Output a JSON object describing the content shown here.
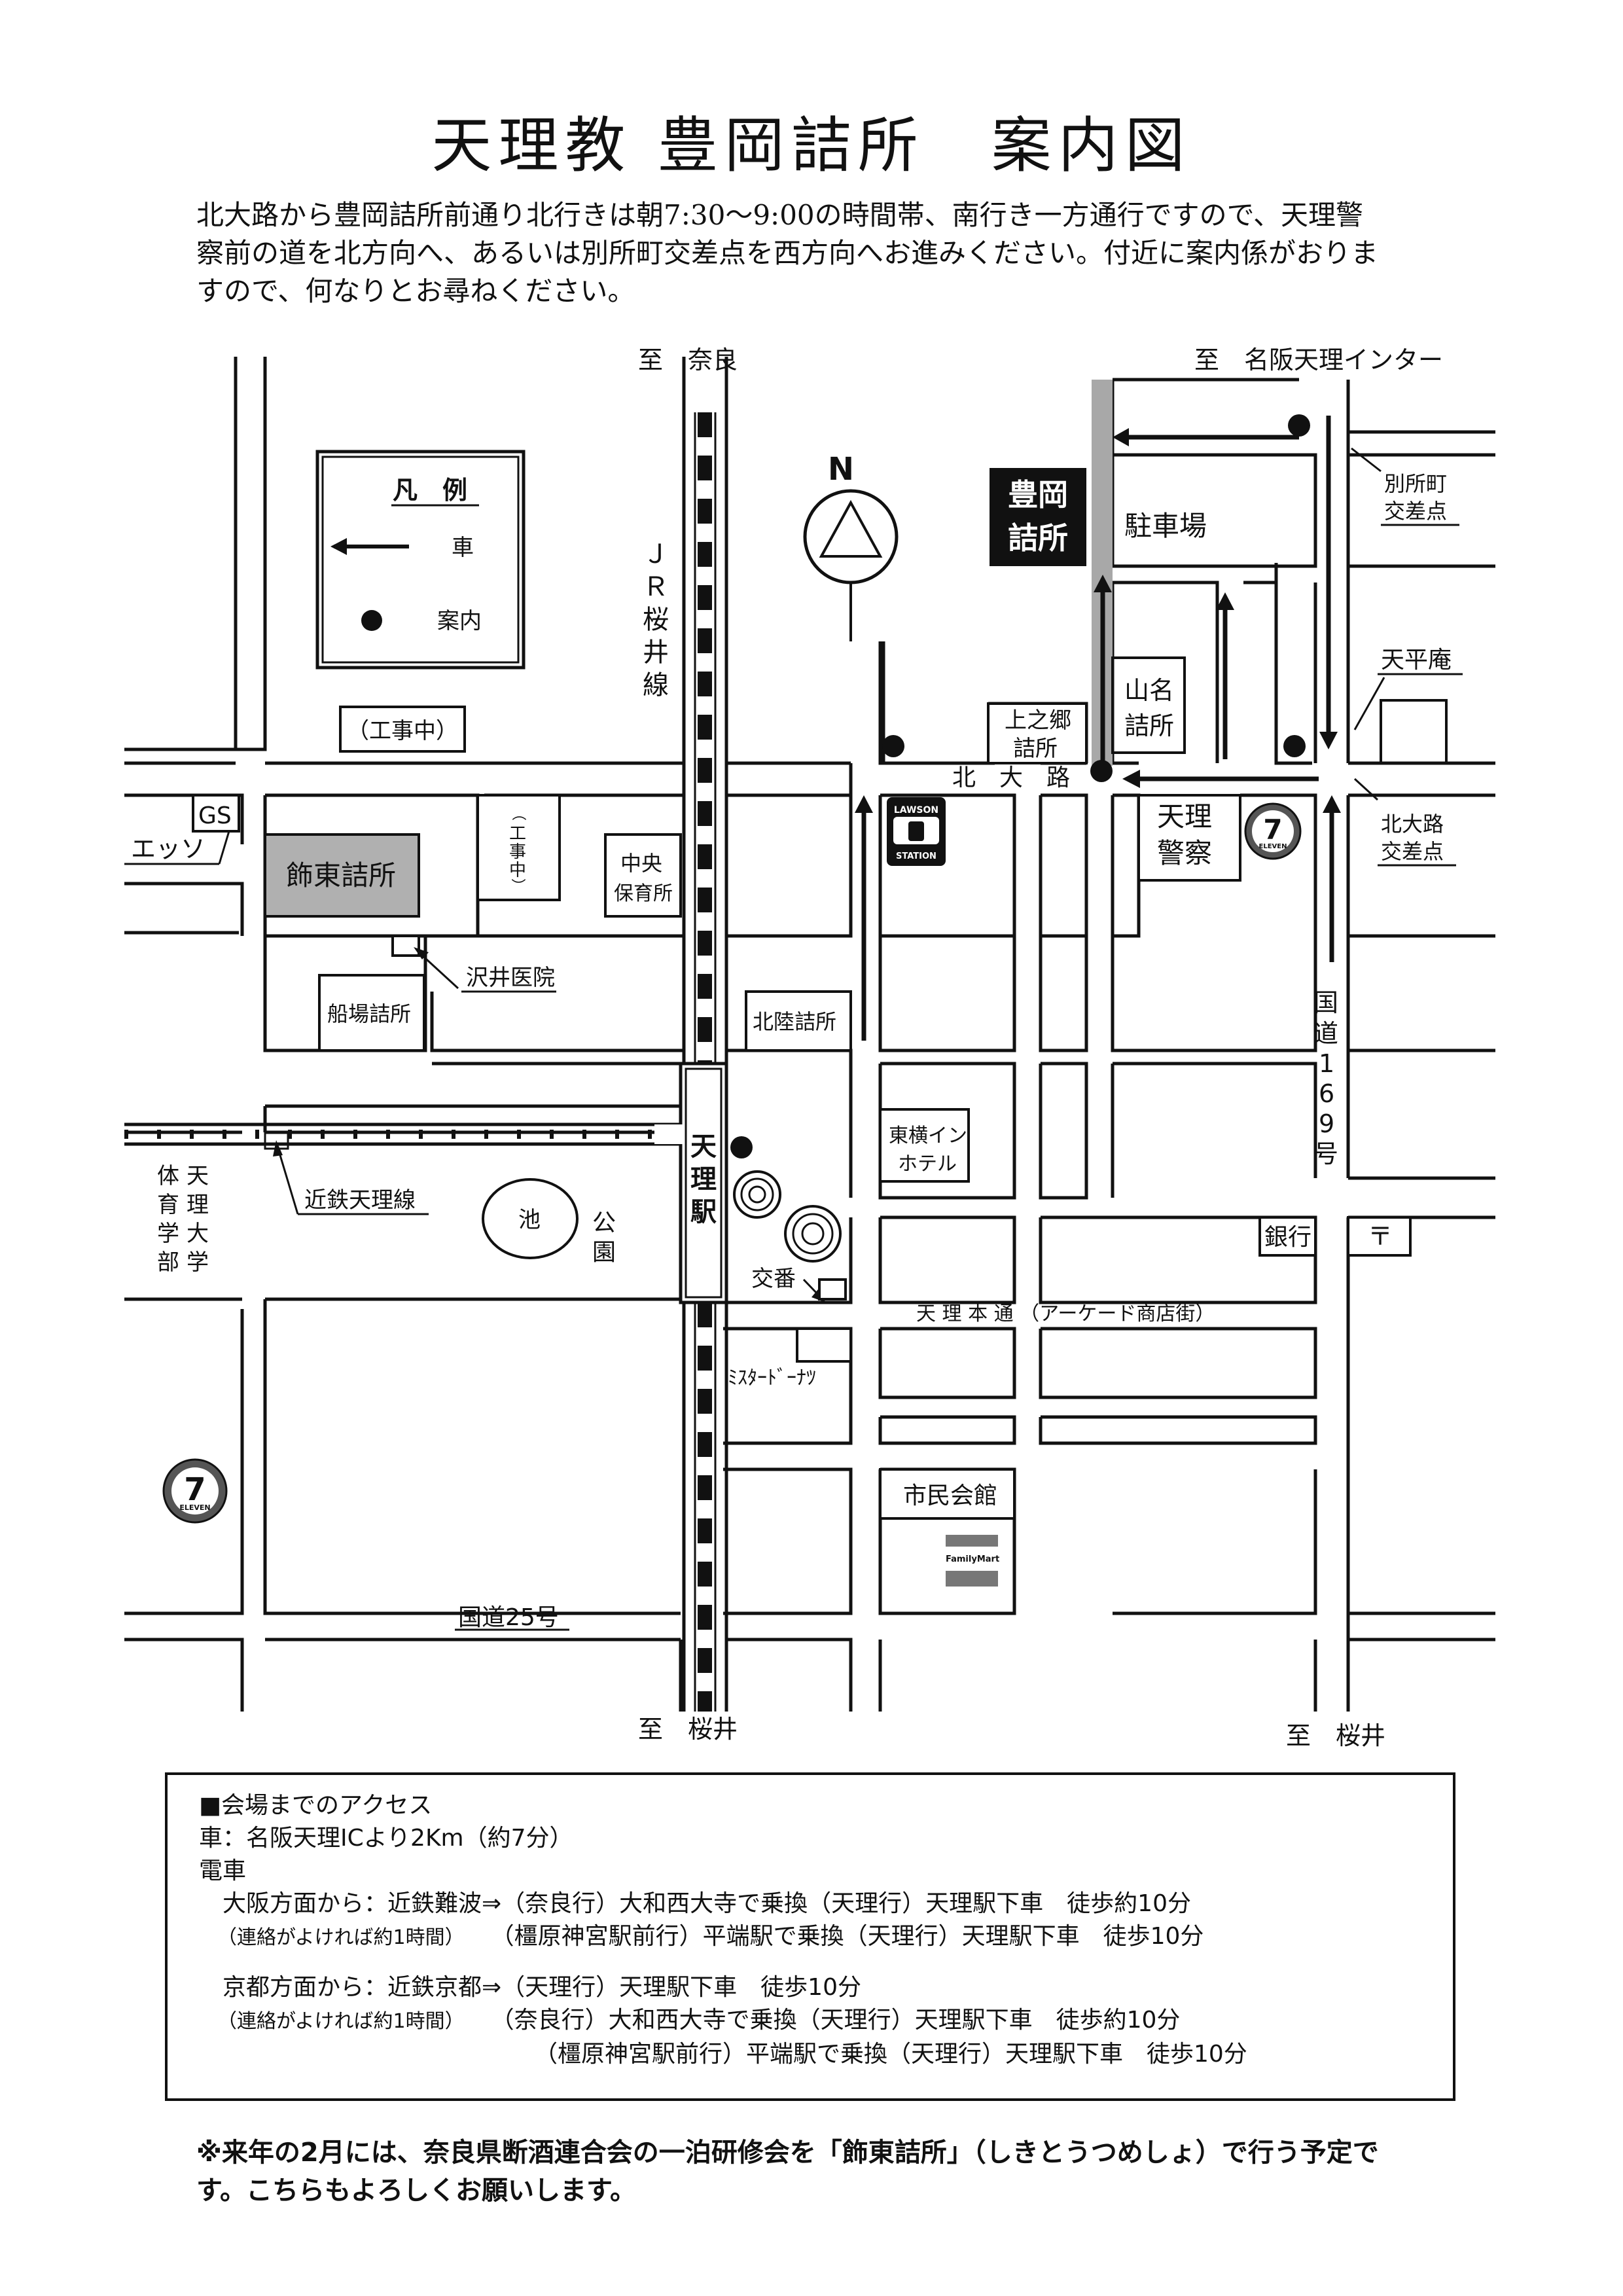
{
  "title": "天理教 豊岡詰所　案内図",
  "intro": [
    "北大路から豊岡詰所前通り北行きは朝7:30～9:00の時間帯、南行き一方通行ですので、天理警",
    "察前の道を北方向へ、あるいは別所町交差点を西方向へお進みください。付近に案内係がおりま",
    "すので、何なりとお尋ねください。"
  ],
  "map": {
    "direction_labels": {
      "to_nara": "至　奈良",
      "to_interchange": "至　名阪天理インター",
      "to_sakurai_left": "至　桜井",
      "to_sakurai_right": "至　桜井"
    },
    "compass": "N",
    "legend": {
      "title": "凡　例",
      "car": "車",
      "guide": "案内"
    },
    "destination": {
      "line1": "豊岡",
      "line2": "詰所"
    },
    "places": {
      "parking": "駐車場",
      "bessho_crossing_1": "別所町",
      "bessho_crossing_2": "交差点",
      "tenpeian": "天平庵",
      "yamana_1": "山名",
      "yamana_2": "詰所",
      "kaminogo_1": "上之郷",
      "kaminogo_2": "詰所",
      "kitaoji_road": "北　大　路",
      "police_1": "天理",
      "police_2": "警察",
      "kitaoji_crossing_1": "北大路",
      "kitaoji_crossing_2": "交差点",
      "construction_h": "（工事中）",
      "construction_v": [
        "（",
        "工",
        "事",
        "中",
        "）"
      ],
      "gs": "GS",
      "esso": "エッソ",
      "shikito": "飾東詰所",
      "chuo_1": "中央",
      "chuo_2": "保育所",
      "sawai": "沢井医院",
      "funaba": "船場詰所",
      "hokuriku": "北陸詰所",
      "jr_line": [
        "Ｊ",
        "Ｒ",
        "桜",
        "井",
        "線"
      ],
      "route169": [
        "国",
        "道",
        "1",
        "6",
        "9",
        "号"
      ],
      "toyoko_1": "東横イン",
      "toyoko_2": "ホテル",
      "tenri_station": [
        "天",
        "理",
        "駅"
      ],
      "kintetsu": "近鉄天理線",
      "univ_col1": [
        "天",
        "理",
        "大",
        "学"
      ],
      "univ_col2": [
        "体",
        "育",
        "学",
        "部"
      ],
      "pond": "池",
      "park": [
        "公",
        "園"
      ],
      "koban": "交番",
      "bank": "銀行",
      "post_mark": "〒",
      "arcade": "天 理 本 通 （アーケード商店街）",
      "mister_donut": "ﾐｽﾀｰﾄﾞｰﾅﾂ",
      "civic_hall": "市民会館",
      "familymart": "FamilyMart",
      "route25": "国道25号",
      "lawson_1": "LAWSON",
      "lawson_2": "STATION",
      "eleven": "ELEVEN",
      "seven": "7"
    }
  },
  "access": {
    "heading": "■会場までのアクセス",
    "car": "車：名阪天理ICより2Km（約7分）",
    "train": "電車",
    "osaka_1": "大阪方面から：近鉄難波⇒（奈良行）大和西大寺で乗換（天理行）天理駅下車　徒歩約10分",
    "osaka_note": "（連絡がよければ約1時間）",
    "osaka_2": "（橿原神宮駅前行）平端駅で乗換（天理行）天理駅下車　徒歩10分",
    "kyoto_1": "京都方面から：近鉄京都⇒（天理行）天理駅下車　徒歩10分",
    "kyoto_note": "（連絡がよければ約1時間）",
    "kyoto_2": "（奈良行）大和西大寺で乗換（天理行）天理駅下車　徒歩約10分",
    "kyoto_3": "（橿原神宮駅前行）平端駅で乗換（天理行）天理駅下車　徒歩10分"
  },
  "footnote": [
    "※来年の2月には、奈良県断酒連合会の一泊研修会を「飾東詰所」（しきとうつめしょ）で行う予定で",
    "す。こちらもよろしくお願いします。"
  ]
}
